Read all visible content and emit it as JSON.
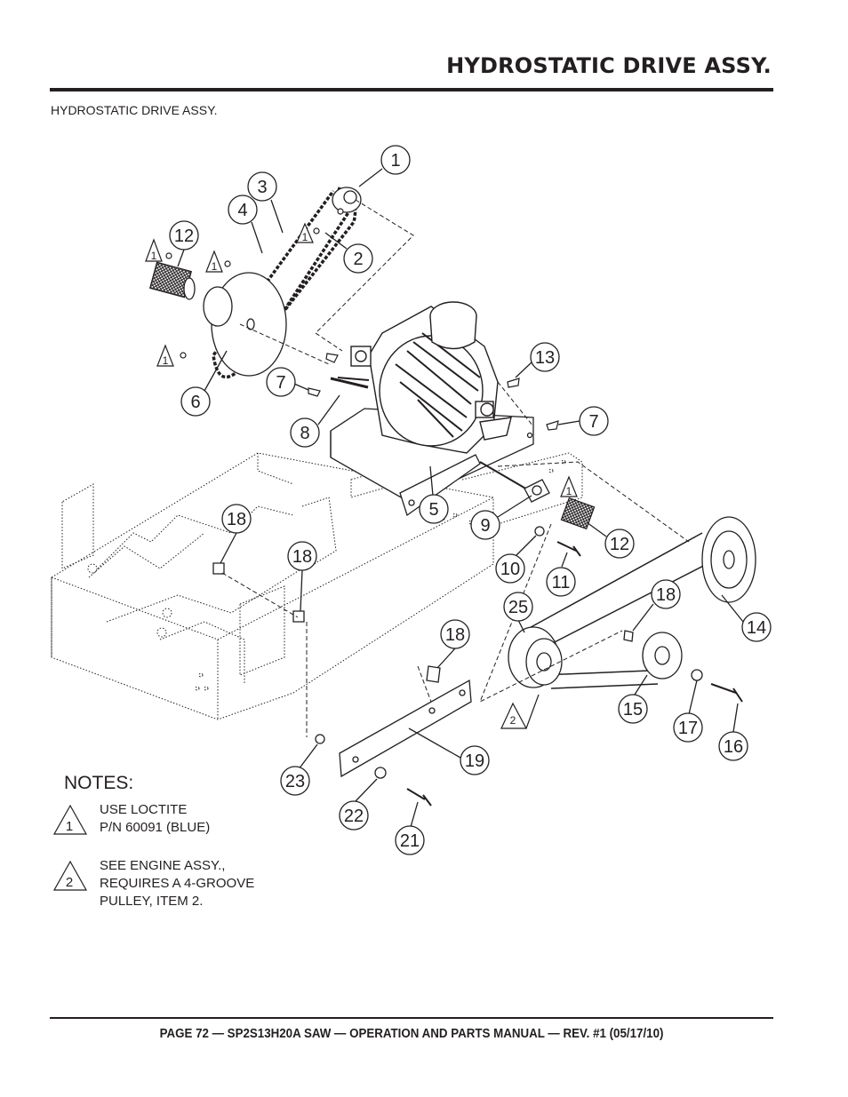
{
  "header": {
    "title": "HYDROSTATIC DRIVE ASSY."
  },
  "subtitle": "HYDROSTATIC DRIVE ASSY.",
  "callouts": [
    {
      "id": "c1",
      "label": "1"
    },
    {
      "id": "c2",
      "label": "2"
    },
    {
      "id": "c3",
      "label": "3"
    },
    {
      "id": "c4",
      "label": "4"
    },
    {
      "id": "c12a",
      "label": "12"
    },
    {
      "id": "c6",
      "label": "6"
    },
    {
      "id": "c7a",
      "label": "7"
    },
    {
      "id": "c8",
      "label": "8"
    },
    {
      "id": "c13",
      "label": "13"
    },
    {
      "id": "c7b",
      "label": "7"
    },
    {
      "id": "c5",
      "label": "5"
    },
    {
      "id": "c9",
      "label": "9"
    },
    {
      "id": "c12b",
      "label": "12"
    },
    {
      "id": "c10",
      "label": "10"
    },
    {
      "id": "c11",
      "label": "11"
    },
    {
      "id": "c18a",
      "label": "18"
    },
    {
      "id": "c18b",
      "label": "18"
    },
    {
      "id": "c18c",
      "label": "18"
    },
    {
      "id": "c25",
      "label": "25"
    },
    {
      "id": "c14",
      "label": "14"
    },
    {
      "id": "c18d",
      "label": "18"
    },
    {
      "id": "c15",
      "label": "15"
    },
    {
      "id": "c17",
      "label": "17"
    },
    {
      "id": "c16",
      "label": "16"
    },
    {
      "id": "c19",
      "label": "19"
    },
    {
      "id": "c23",
      "label": "23"
    },
    {
      "id": "c22",
      "label": "22"
    },
    {
      "id": "c21",
      "label": "21"
    }
  ],
  "markers": [
    {
      "id": "m1",
      "label": "1"
    },
    {
      "id": "m2",
      "label": "1"
    },
    {
      "id": "m3",
      "label": "1"
    },
    {
      "id": "m4",
      "label": "1"
    },
    {
      "id": "m5",
      "label": "1"
    },
    {
      "id": "m6",
      "label": "2"
    }
  ],
  "notes": {
    "heading": "NOTES:",
    "items": [
      {
        "marker": "1",
        "text": "USE LOCTITE\nP/N 60091 (BLUE)"
      },
      {
        "marker": "2",
        "text": "SEE ENGINE ASSY.,\nREQUIRES A 4-GROOVE\nPULLEY, ITEM 2."
      }
    ]
  },
  "footer": {
    "text": "PAGE 72 — SP2S13H20A SAW — OPERATION AND PARTS MANUAL — REV. #1 (05/17/10)"
  }
}
